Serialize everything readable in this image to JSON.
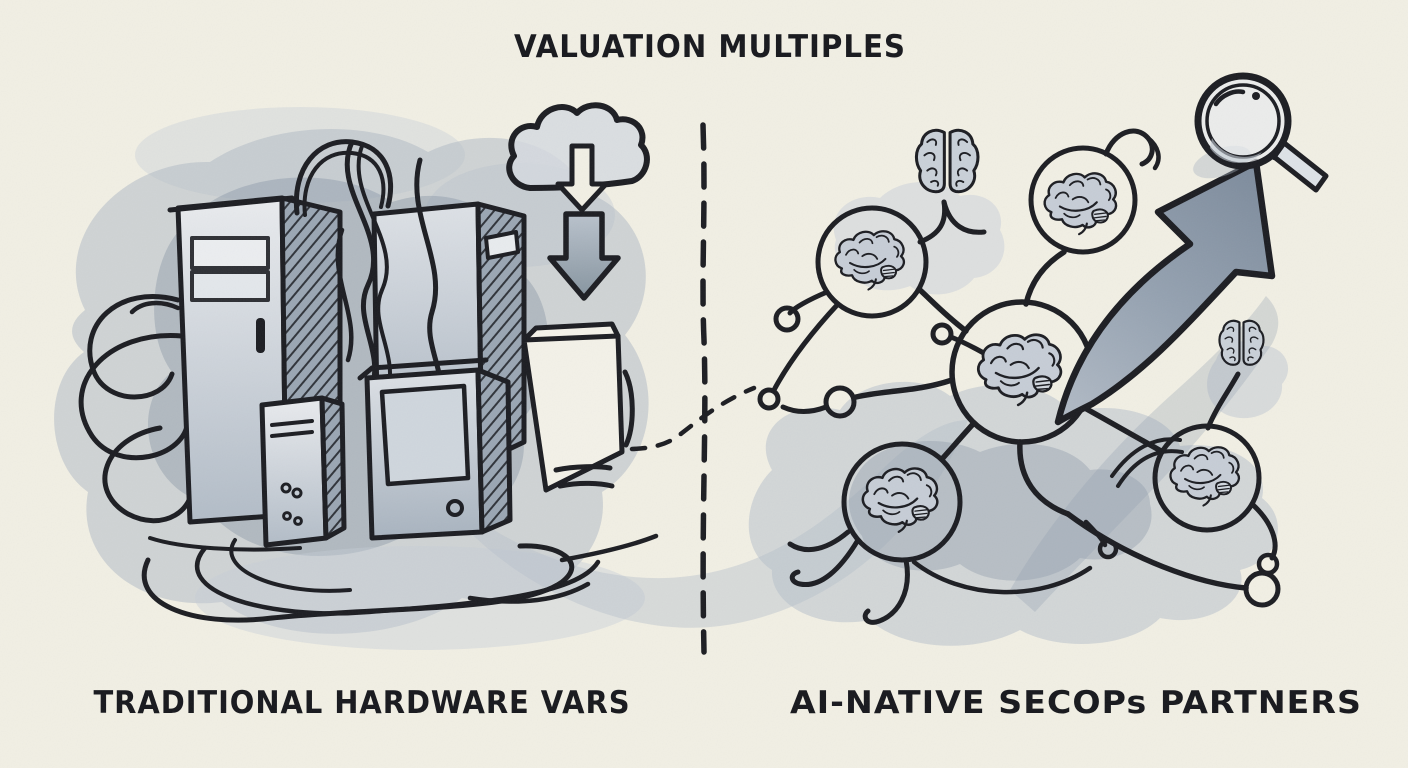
{
  "title": "VALUATION MULTIPLES",
  "left": {
    "label": "TRADITIONAL HARDWARE VARS",
    "illustration": "pile of legacy server towers tangled in cables",
    "icons": [
      "cloud-download-icon",
      "down-arrow-icon"
    ]
  },
  "right": {
    "label": "AI-NATIVE SECOPs PARTNERS",
    "illustration": "branching network of brain nodes with rising growth arrow",
    "icons": [
      "brain-node-icon",
      "top-view-brain-icon",
      "growth-arrow-icon",
      "magnifier-icon"
    ]
  },
  "divider": "dashed-vertical-line",
  "colors": {
    "paper": "#f1efe4",
    "ink": "#1c1d22",
    "wash_light": "#c9d0d9",
    "wash_mid": "#aab5c1",
    "wash_dark": "#8c99a8",
    "brain_fill": "#c6cdd6"
  }
}
